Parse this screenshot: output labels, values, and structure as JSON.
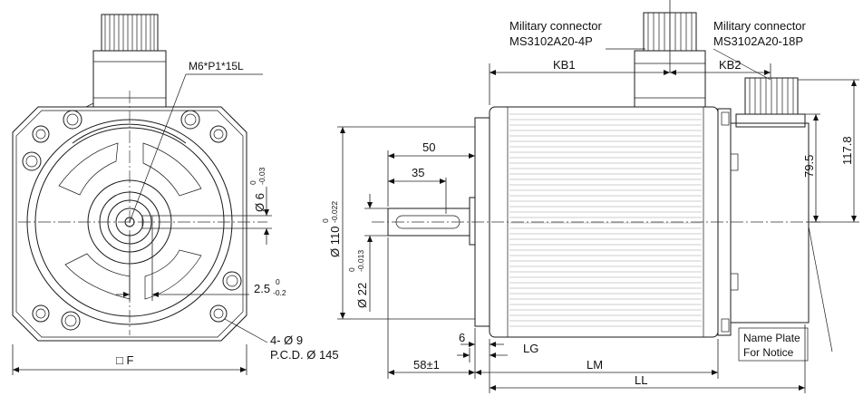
{
  "front_view": {
    "thread_label": "M6*P1*15L",
    "shaft_dia_label": "Ø 6",
    "shaft_dia_tol_upper": "0",
    "shaft_dia_tol_lower": "-0.03",
    "key_label": "2.5",
    "key_tol_upper": "0",
    "key_tol_lower": "-0.2",
    "holes_label": "4- Ø 9",
    "pcd_label": "P.C.D. Ø 145",
    "flange_label": "□ F"
  },
  "side_view": {
    "connector_1": {
      "line1": "Military connector",
      "line2": "MS3102A20-4P"
    },
    "connector_2": {
      "line1": "Military connector",
      "line2": "MS3102A20-18P"
    },
    "kb1": "KB1",
    "kb2": "KB2",
    "dim_50": "50",
    "dim_35": "35",
    "pilot_dia_label": "Ø 110",
    "pilot_tol_upper": "0",
    "pilot_tol_lower": "-0.022",
    "shaft_dia_label": "Ø 22",
    "shaft_tol_upper": "0",
    "shaft_tol_lower": "-0.013",
    "dim_79_5": "79.5",
    "dim_117_8": "117.8",
    "dim_6": "6",
    "lg": "LG",
    "dim_58": "58±1",
    "lm": "LM",
    "ll": "LL",
    "nameplate_line1": "Name Plate",
    "nameplate_line2": "For Notice"
  }
}
